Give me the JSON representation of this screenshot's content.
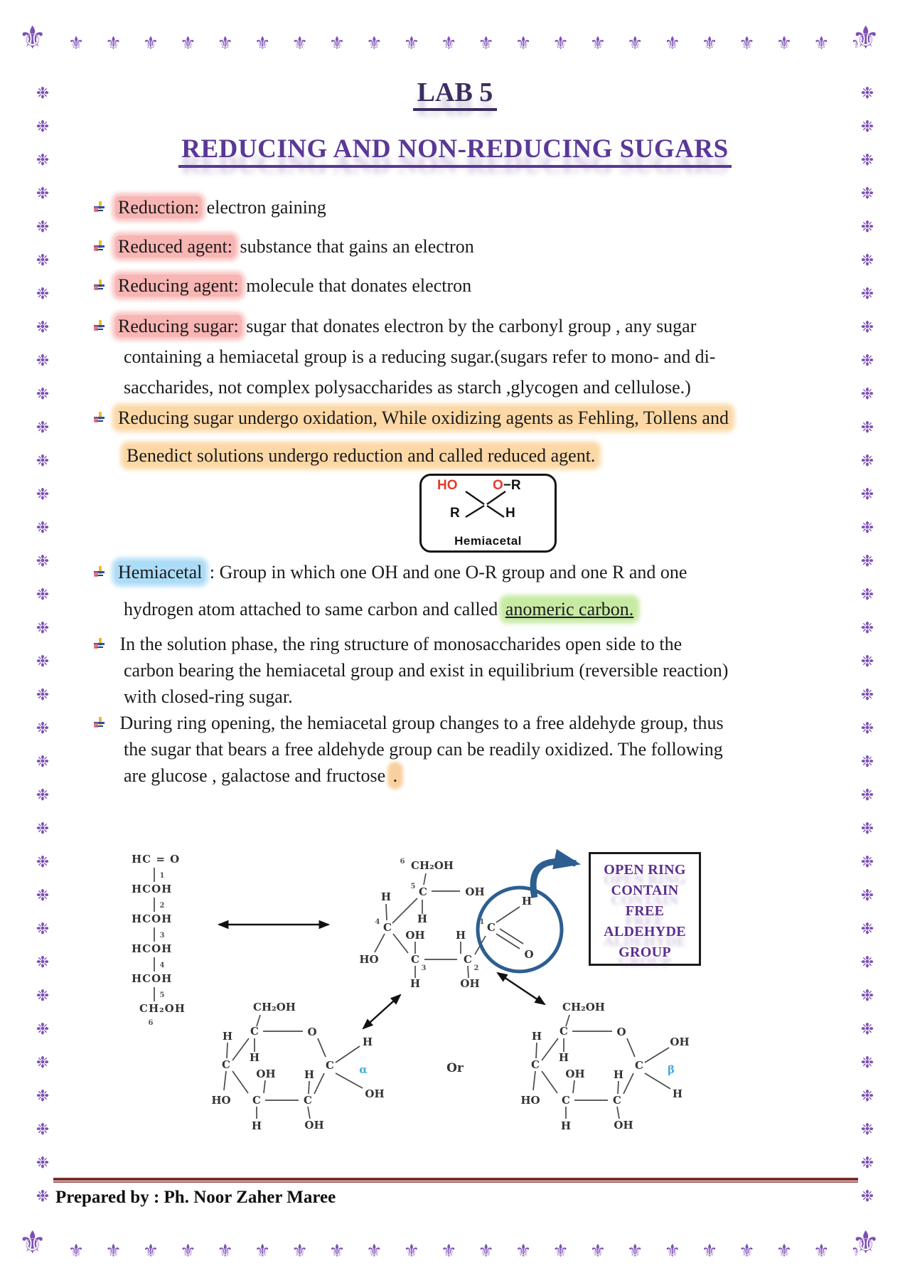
{
  "page": {
    "title": "LAB 5",
    "subtitle": "REDUCING AND NON-REDUCING SUGARS",
    "footer": "Prepared by : Ph. Noor Zaher Maree"
  },
  "border": {
    "edge_glyph": "⚜",
    "side_glyph": "❉",
    "corner_glyph": "⚜",
    "h_count": 23,
    "v_count": 34
  },
  "bullets": {
    "b1": {
      "lead": "Reduction:",
      "rest": " electron gaining"
    },
    "b2": {
      "lead": "Reduced agent:",
      "rest": " substance that gains an electron"
    },
    "b3": {
      "lead": "Reducing agent:",
      "rest": " molecule that donates electron"
    },
    "b4": {
      "lead": "Reducing sugar:",
      "rest": " sugar that donates electron by the carbonyl group , any sugar",
      "line2": "containing a hemiacetal group is a reducing sugar.(sugars refer to mono- and di-",
      "line3": "saccharides, not complex polysaccharides as starch ,glycogen and cellulose.)"
    },
    "b5": {
      "line1": "Reducing sugar undergo oxidation, While oxidizing agents as Fehling, Tollens and",
      "line2": "Benedict solutions undergo reduction and called reduced agent."
    },
    "b6": {
      "term": "Hemiacetal",
      "rest1": " : Group in which one OH and one O-R group and one R and one",
      "line2_pre": "hydrogen atom attached to same carbon and called ",
      "anomeric": "anomeric carbon."
    },
    "b7": {
      "line1": " In the solution phase, the ring structure of monosaccharides open side to the",
      "line2": "carbon bearing the hemiacetal group and exist in equilibrium (reversible reaction)",
      "line3": "with closed-ring sugar."
    },
    "b8": {
      "line1": " During ring opening, the hemiacetal group changes to a free aldehyde group, thus",
      "line2": "the sugar that bears a free aldehyde group can be readily oxidized.  The following",
      "line3_pre": "are glucose , galactose and fructose ",
      "dot": "."
    }
  },
  "hemiacetal_fig": {
    "ho": "HO",
    "o": "O",
    "r2": "−R",
    "r": "R",
    "h": "H",
    "caption": "Hemiacetal"
  },
  "open_ring_box": {
    "l1": "OPEN RING",
    "l2": "CONTAIN",
    "l3": "FREE",
    "l4": "ALDEHYDE",
    "l5": "GROUP"
  },
  "chain": {
    "r1": "HC = O",
    "r2": "HCOH",
    "r3": "HCOH",
    "r4": "HCOH",
    "r5": "HCOH",
    "r6": "CH₂OH",
    "n1": "1",
    "n2": "2",
    "n3": "3",
    "n4": "4",
    "n5": "5",
    "n6": "6"
  },
  "atoms": {
    "C": "C",
    "H": "H",
    "O": "O",
    "OH": "OH",
    "HO": "HO",
    "CH2OH": "CH₂OH",
    "alpha": "α",
    "beta": "β",
    "n1": "1",
    "n2": "2",
    "n3": "3",
    "n4": "4",
    "n5": "5",
    "n6": "6"
  },
  "labels": {
    "or": "Or"
  }
}
